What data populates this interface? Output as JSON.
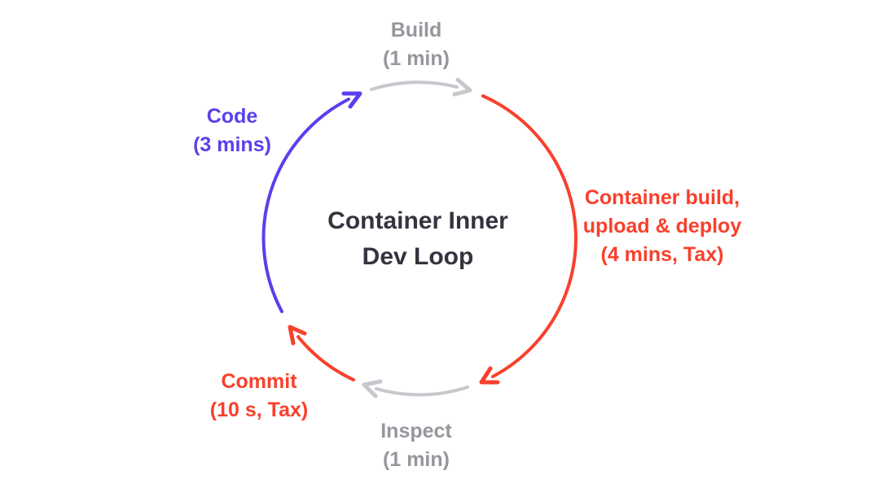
{
  "center_title": {
    "line1": "Container Inner",
    "line2": "Dev Loop"
  },
  "stages": {
    "build": {
      "label": "Build",
      "duration": "(1 min)"
    },
    "deploy": {
      "line1": "Container build,",
      "line2": "upload & deploy",
      "duration": "(4 mins, Tax)"
    },
    "inspect": {
      "label": "Inspect",
      "duration": "(1 min)"
    },
    "commit": {
      "label": "Commit",
      "duration": "(10 s, Tax)"
    },
    "code": {
      "label": "Code",
      "duration": "(3 mins)"
    }
  },
  "colors": {
    "background": "#FFFFFF",
    "arc_gray": "#C8C7CD",
    "label_gray": "#97969D",
    "red": "#F8402C",
    "blue": "#5840EC",
    "title_dark": "#34333E"
  }
}
